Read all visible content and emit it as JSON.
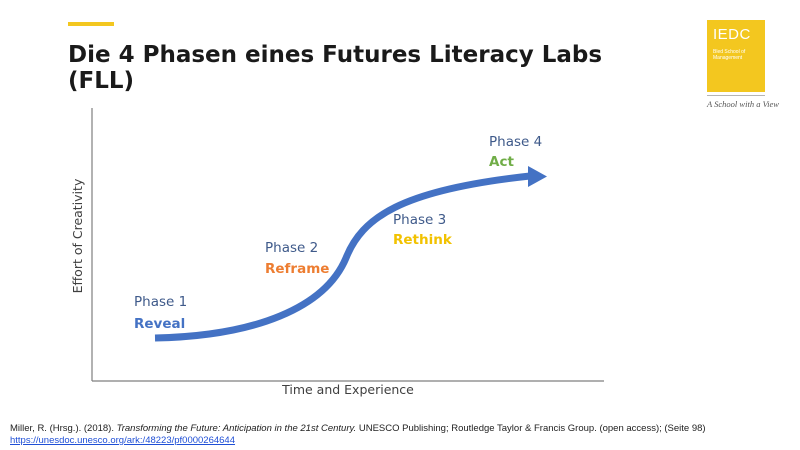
{
  "slide": {
    "title": "Die 4 Phasen eines Futures Literacy Labs (FLL)"
  },
  "logo": {
    "name": "IEDC",
    "subtitle": "Bled School of Management",
    "tagline": "A School with a View",
    "brand_color": "#f3c71f"
  },
  "diagram": {
    "y_axis_label": "Effort of Creativity",
    "x_axis_label": "Time and Experience",
    "curve_color": "#4472c4",
    "phases": [
      {
        "number": "Phase 1",
        "name": "Reveal",
        "name_color": "#4472c4"
      },
      {
        "number": "Phase 2",
        "name": "Reframe",
        "name_color": "#ed7d31"
      },
      {
        "number": "Phase 3",
        "name": "Rethink",
        "name_color": "#f2c200"
      },
      {
        "number": "Phase 4",
        "name": "Act",
        "name_color": "#70ad47"
      }
    ]
  },
  "citation": {
    "authors": "Miller, R. (Hrsg.). (2018).",
    "book_title": "Transforming the Future: Anticipation in the 21st Century.",
    "publisher": "UNESCO Publishing; Routledge Taylor & Francis Group. (open access); (Seite 98)",
    "link": "https://unesdoc.unesco.org/ark:/48223/pf0000264644"
  }
}
